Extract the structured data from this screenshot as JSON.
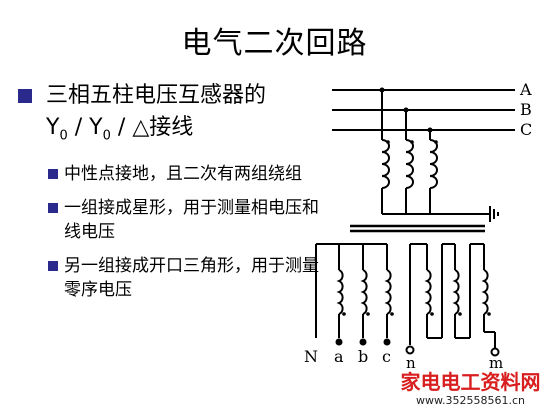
{
  "title": "电气二次回路",
  "bullet_main": {
    "text": "三相五柱电压互感器的",
    "formula": {
      "y": "Y",
      "zero": "0",
      "sep": "/",
      "delta": "△接线"
    }
  },
  "sub_bullets": [
    "中性点接地，且二次有两组绕组",
    "一组接成星形，用于测量相电压和线电压",
    "另一组接成开口三角形，用于测量零序电压"
  ],
  "diagram": {
    "phase_labels": [
      "A",
      "B",
      "C"
    ],
    "terminal_labels": [
      "N",
      "a",
      "b",
      "c",
      "n",
      "m"
    ]
  },
  "watermark": {
    "main": "家电电工资料网",
    "url": "www.352558561.cn"
  }
}
